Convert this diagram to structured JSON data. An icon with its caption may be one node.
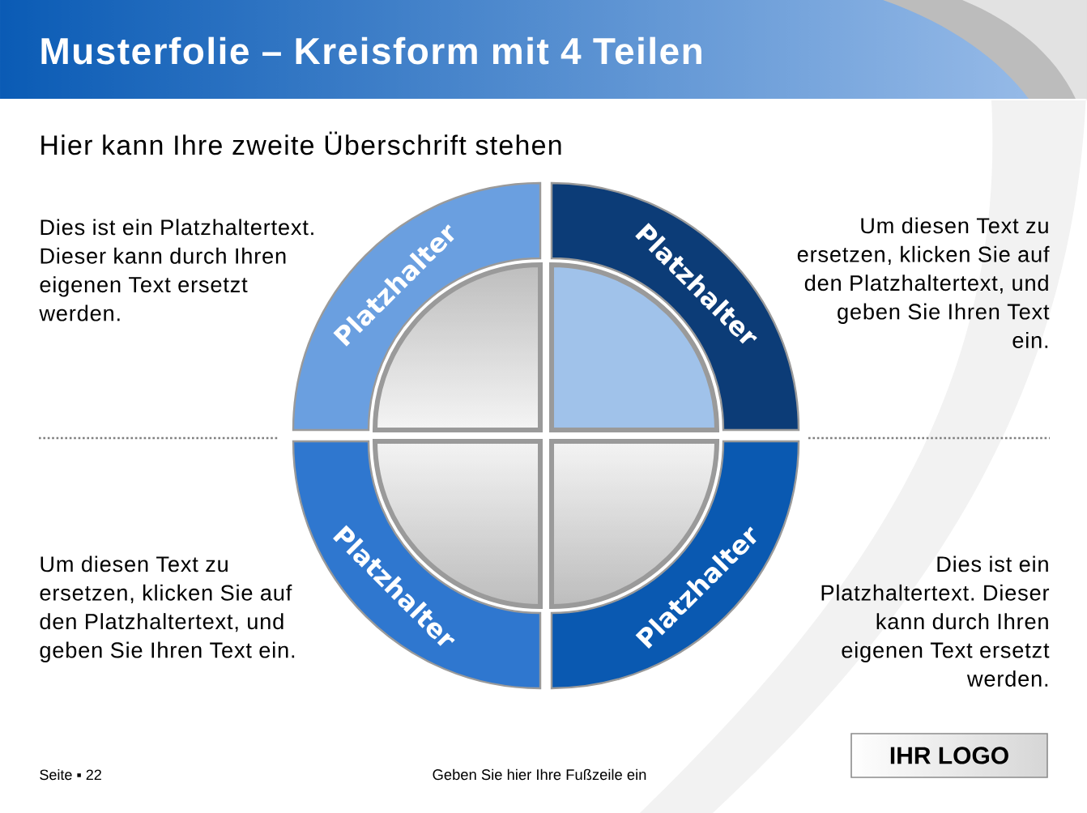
{
  "diagram": {
    "title": "Musterfolie – Kreisform mit 4 Teilen",
    "nodes": [
      {
        "text": [
          "Platzhalter"
        ],
        "beside": [
          "Dies ist ein Platzhaltertext. Dieser kann durch Ihren eigenen Text ersetzt werden."
        ]
      },
      {
        "text": [
          "Platzhalter"
        ],
        "beside": [
          "Um diesen Text zu ersetzen, klicken Sie auf den Platzhaltertext, und geben Sie Ihren Text ein."
        ]
      },
      {
        "text": [
          "Platzhalter"
        ],
        "beside": [
          "Um diesen Text zu ersetzen, klicken Sie auf den Platzhaltertext, und geben Sie Ihren Text ein."
        ]
      },
      {
        "text": [
          "Platzhalter"
        ],
        "beside": [
          "Dies ist ein Platzhaltertext. Dieser kann durch Ihren eigenen Text ersetzt werden."
        ]
      },
      {
        "text": [
          "IHR LOGO"
        ]
      }
    ],
    "labels": [
      "Hier kann Ihre zweite Überschrift stehen",
      "Seite ▪ 22",
      "Geben Sie hier Ihre Fußzeile ein"
    ]
  }
}
